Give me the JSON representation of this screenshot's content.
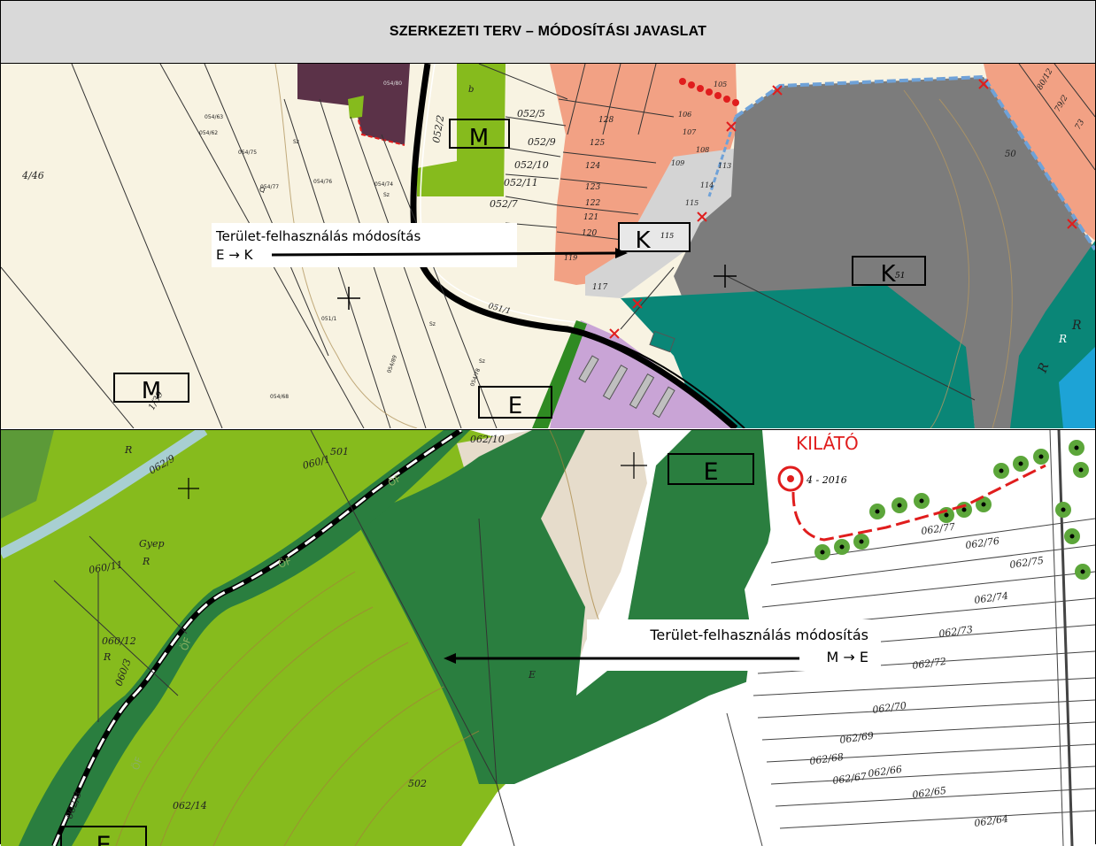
{
  "header": {
    "title": "SZERKEZETI TERV – MÓDOSÍTÁSI JAVASLAT"
  },
  "colors": {
    "cream": "#f8f3e2",
    "salmon": "#f2a184",
    "gray_zone": "#7c7c7c",
    "light_gray": "#d4d4d4",
    "teal": "#0a8677",
    "purple": "#c9a4d6",
    "dark_purple": "#5b3248",
    "light_green": "#86bb1d",
    "dark_green": "#2a7e3f",
    "olive_green": "#8bb521",
    "beige": "#e6dccb",
    "blue": "#1da3d6",
    "red": "#e01d1d"
  },
  "top_map": {
    "callout": {
      "line1": "Terület-felhasználás módosítás",
      "line2": "E → K"
    },
    "zone_codes": {
      "m_top": "M",
      "k_small": "K",
      "k_big": "K",
      "m_bottom": "M",
      "e_bottom": "E"
    },
    "k_small_suffix": "115",
    "k_big_suffix": "51",
    "parcel_labels": [
      "4/46",
      "052/2",
      "052/5",
      "052/9",
      "052/10",
      "052/11",
      "052/7",
      "128",
      "125",
      "124",
      "123",
      "122",
      "121",
      "120",
      "119",
      "117",
      "114",
      "113",
      "115",
      "107",
      "106",
      "105",
      "109",
      "108",
      "80/12",
      "79/2",
      "73",
      "50",
      "051/1",
      "054/77",
      "054/76",
      "054/75",
      "054/74",
      "054/62",
      "054/63",
      "054/80",
      "054/89",
      "051/1",
      "1/39",
      "054/78",
      "054/68",
      "b",
      "Sz",
      "Sz",
      "Sz",
      "Sz",
      "Sz",
      "Q",
      "R",
      "R",
      "R"
    ]
  },
  "bottom_map": {
    "callout": {
      "line1": "Terület-felhasználás módosítás",
      "line2": "M → E"
    },
    "kilato": {
      "title": "KILÁTÓ",
      "year": "4 - 2016"
    },
    "zone_codes": {
      "e_top": "E",
      "e_bottom_left": "E"
    },
    "parcel_labels": [
      "062/9",
      "060/1",
      "501",
      "062/10",
      "060/11",
      "060/12",
      "062/14",
      "502",
      "062/77",
      "062/76",
      "062/75",
      "062/74",
      "062/73",
      "062/72",
      "062/70",
      "062/69",
      "062/68",
      "062/67",
      "062/66",
      "062/65",
      "062/64",
      "062/8",
      "060/3",
      "Gyep",
      "R",
      "R",
      "R",
      "E",
      "ÖF",
      "ÖF",
      "ÖF",
      "ÖF"
    ]
  }
}
